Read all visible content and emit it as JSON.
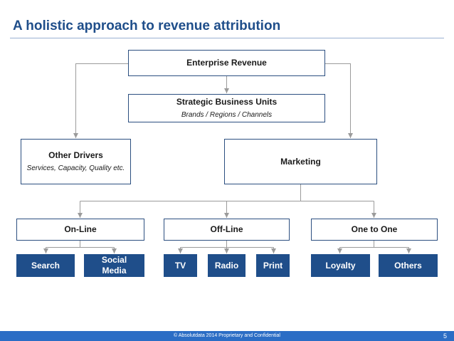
{
  "title": "A holistic approach to revenue attribution",
  "nodes": {
    "enterprise_revenue": {
      "label": "Enterprise Revenue"
    },
    "strategic_business_units": {
      "label": "Strategic Business Units",
      "sub": "Brands / Regions / Channels"
    },
    "other_drivers": {
      "label": "Other Drivers",
      "sub": "Services, Capacity, Quality etc."
    },
    "marketing": {
      "label": "Marketing"
    },
    "online": {
      "label": "On-Line"
    },
    "offline": {
      "label": "Off-Line"
    },
    "one_to_one": {
      "label": "One to One"
    },
    "search": {
      "label": "Search"
    },
    "social_media": {
      "label": "Social Media"
    },
    "tv": {
      "label": "TV"
    },
    "radio": {
      "label": "Radio"
    },
    "print": {
      "label": "Print"
    },
    "loyalty": {
      "label": "Loyalty"
    },
    "others": {
      "label": "Others"
    }
  },
  "footer": {
    "text": "© Absolutdata 2014 Proprietary and Confidential",
    "page_number": "5"
  },
  "colors": {
    "primary": "#1f4e8a",
    "connector": "#9b9b9b",
    "footer": "#2b6dc5"
  }
}
